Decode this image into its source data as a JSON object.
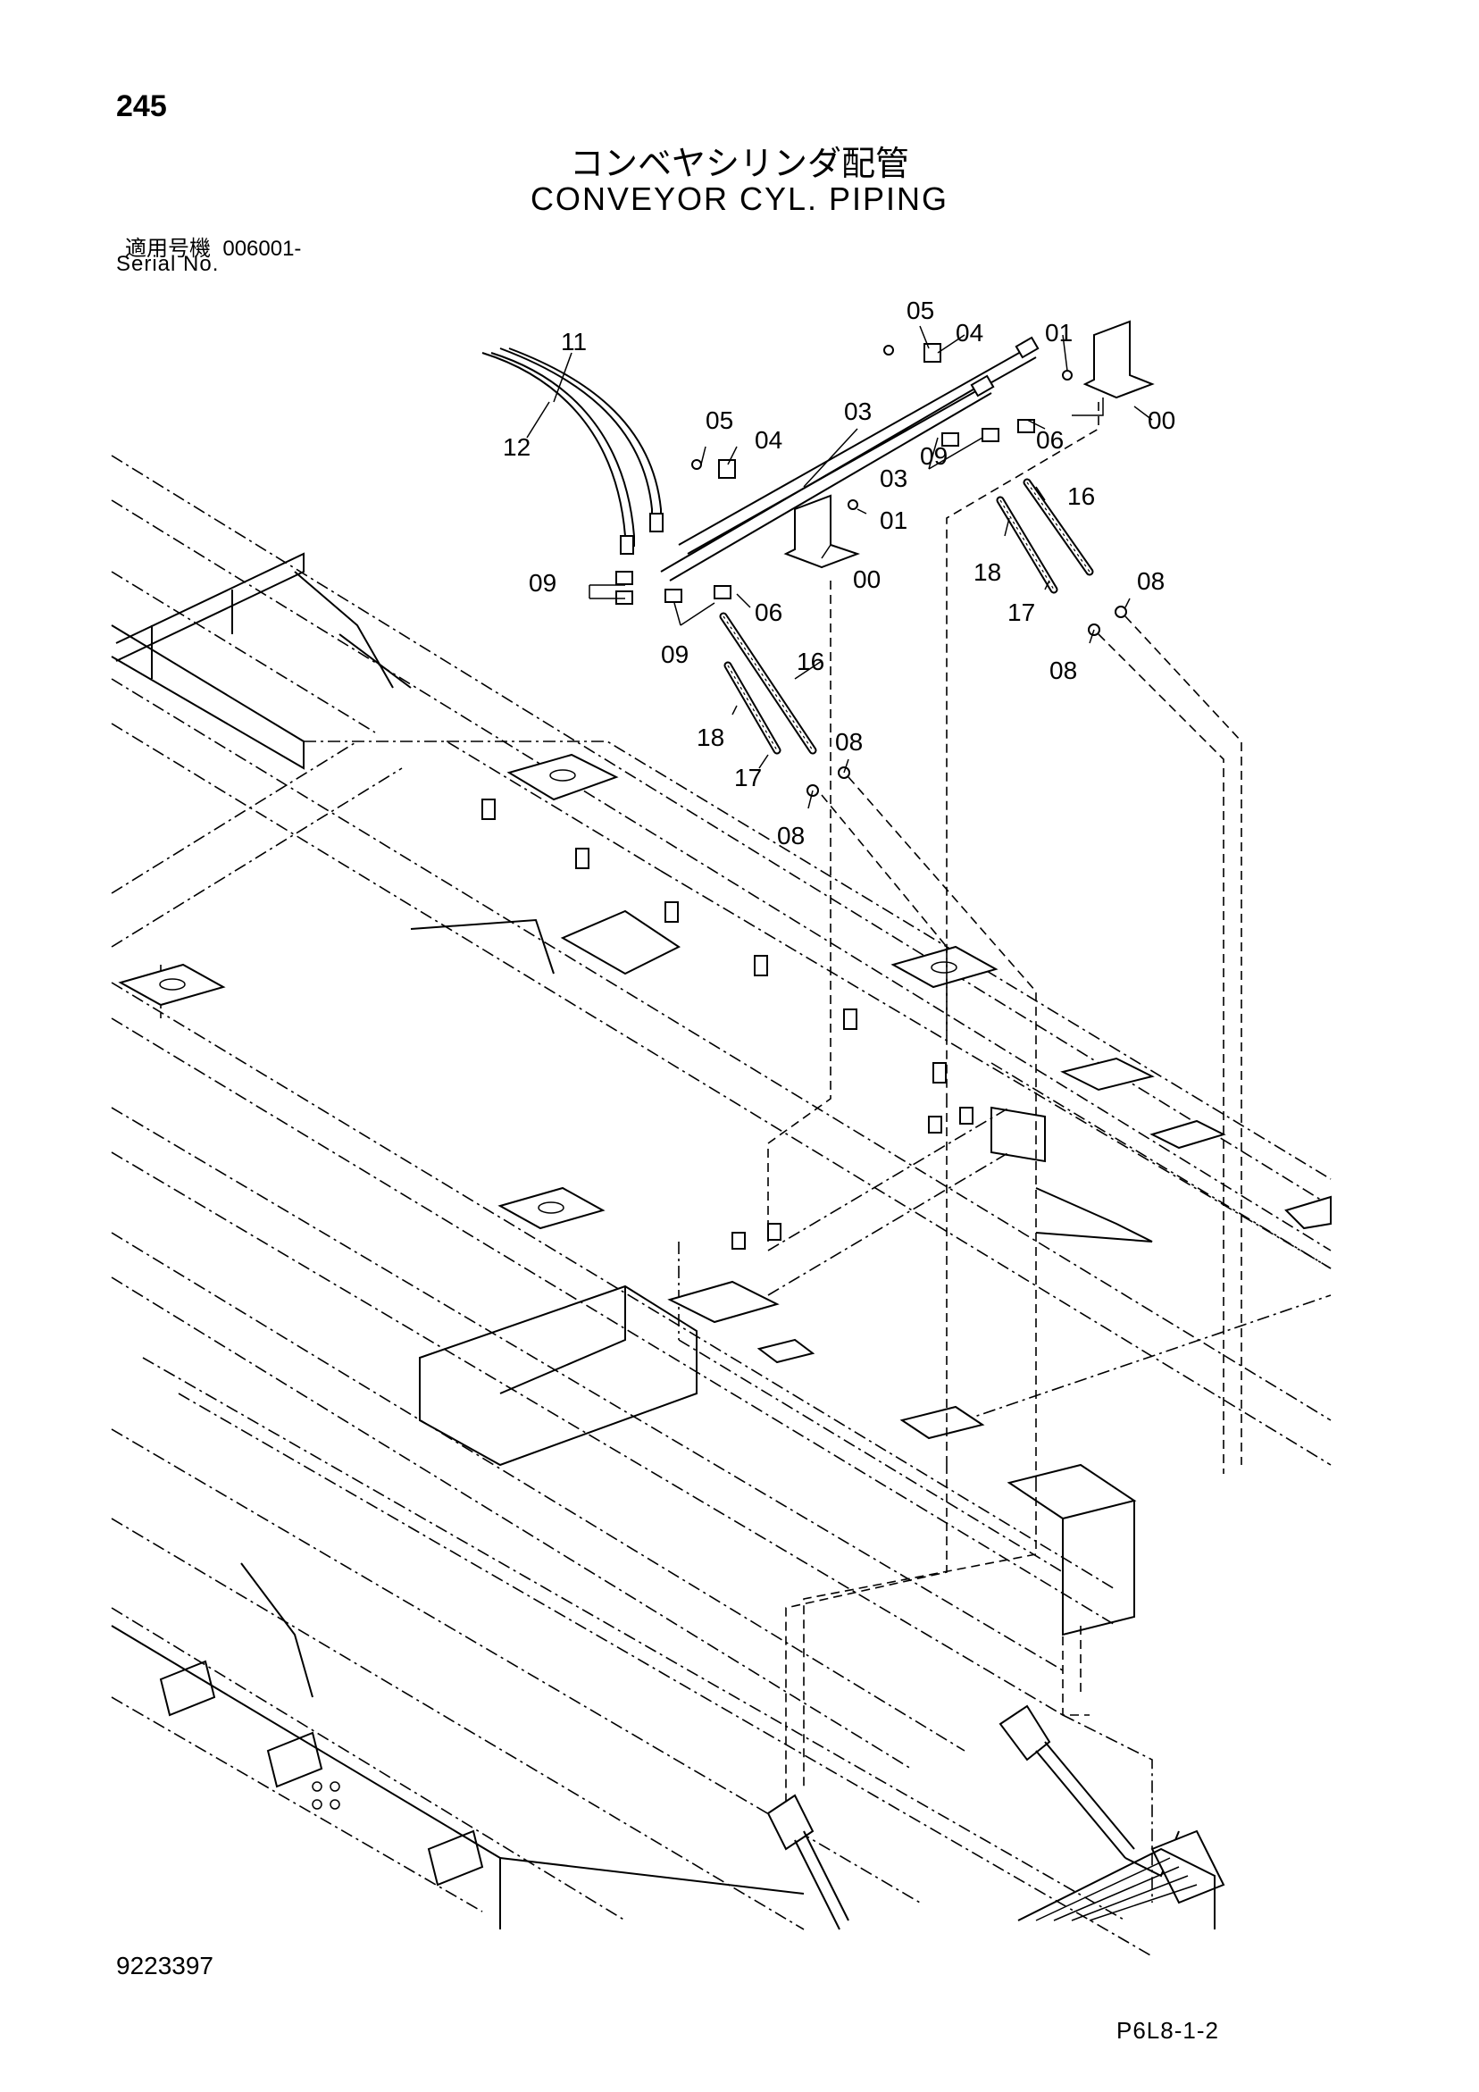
{
  "page_number": "245",
  "title_jp": "コンベヤシリンダ配管",
  "title_en": "CONVEYOR CYL. PIPING",
  "serial_label_jp": "適用号機",
  "serial_value": "006001-",
  "serial_label_en": "Serial No.",
  "drawing_number": "9223397",
  "page_code": "P6L8-1-2",
  "callouts": {
    "c_11": "11",
    "c_12": "12",
    "c_05a": "05",
    "c_04a": "04",
    "c_01a": "01",
    "c_00a": "00",
    "c_03a": "03",
    "c_06a": "06",
    "c_09a": "09",
    "c_16a": "16",
    "c_18a": "18",
    "c_17a": "17",
    "c_08a": "08",
    "c_08b": "08",
    "c_05b": "05",
    "c_04b": "04",
    "c_03b": "03",
    "c_01b": "01",
    "c_00b": "00",
    "c_09b": "09",
    "c_09c": "09",
    "c_06b": "06",
    "c_16b": "16",
    "c_18b": "18",
    "c_17b": "17",
    "c_08c": "08",
    "c_08d": "08"
  }
}
